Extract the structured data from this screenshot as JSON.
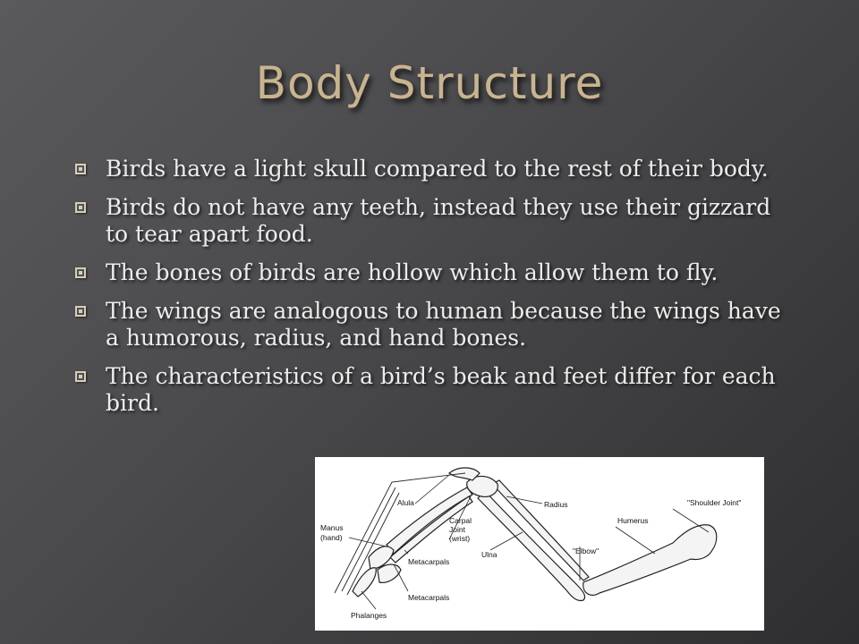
{
  "slide": {
    "title": "Body Structure",
    "bullets": [
      "Birds have a light skull compared to the rest of their body.",
      "Birds do not have any teeth, instead they use their gizzard to tear apart food.",
      "The bones of birds are hollow which allow them to fly.",
      "The wings are analogous to human because the wings have a humorous, radius, and hand bones.",
      "The characteristics of a bird’s beak and feet differ for each bird."
    ]
  },
  "diagram": {
    "labels": {
      "alula": "Alula",
      "manus_1": "Manus",
      "manus_2": "(hand)",
      "carpal_1": "Carpal",
      "carpal_2": "Joint",
      "carpal_3": "(wrist)",
      "radius": "Radius",
      "shoulder": "\"Shoulder Joint\"",
      "humerus": "Humerus",
      "metacarpals_1": "Metacarpals",
      "ulna": "Ulna",
      "elbow": "\"Elbow\"",
      "metacarpals_2": "Metacarpals",
      "phalanges": "Phalanges"
    }
  },
  "colors": {
    "title": "#c9b48f",
    "text": "#ececec",
    "background": "#4b4b4e"
  }
}
